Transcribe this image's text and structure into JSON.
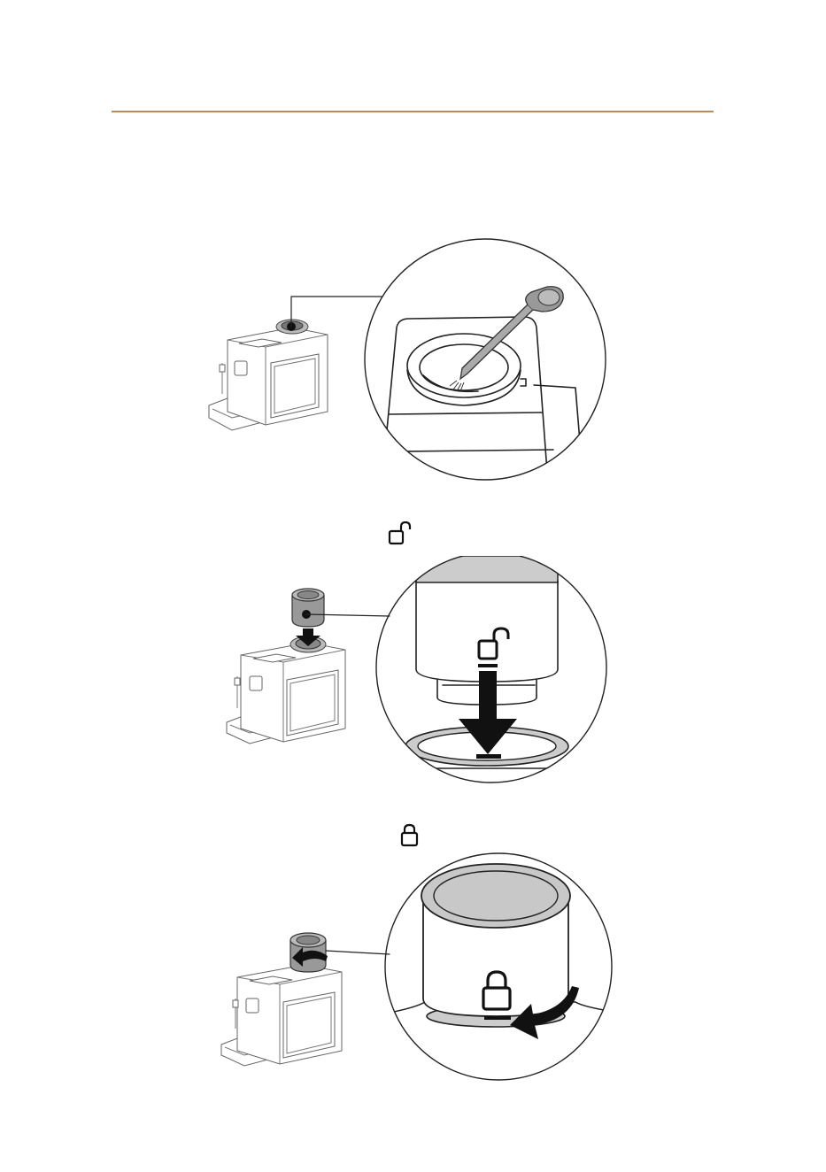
{
  "colors": {
    "rule": "#b88a5e",
    "line": "#222222",
    "grey_fill": "#8c8c8c",
    "light_grey": "#cfcfcf"
  },
  "icons": {
    "step2_symbol": "unlocked-padlock-icon",
    "step3_symbol": "locked-padlock-icon"
  },
  "figures": [
    {
      "name": "remove-grinder-step",
      "contents": [
        "coffee-machine-illustration",
        "magnified-grinder-chamber",
        "cleaning-brush"
      ]
    },
    {
      "name": "insert-grinder-unlocked-step",
      "contents": [
        "coffee-machine-illustration",
        "grinder-unit",
        "down-arrow",
        "unlocked-padlock-icon"
      ]
    },
    {
      "name": "lock-grinder-step",
      "contents": [
        "coffee-machine-illustration",
        "grinder-unit",
        "curved-arrow",
        "locked-padlock-icon"
      ]
    }
  ]
}
